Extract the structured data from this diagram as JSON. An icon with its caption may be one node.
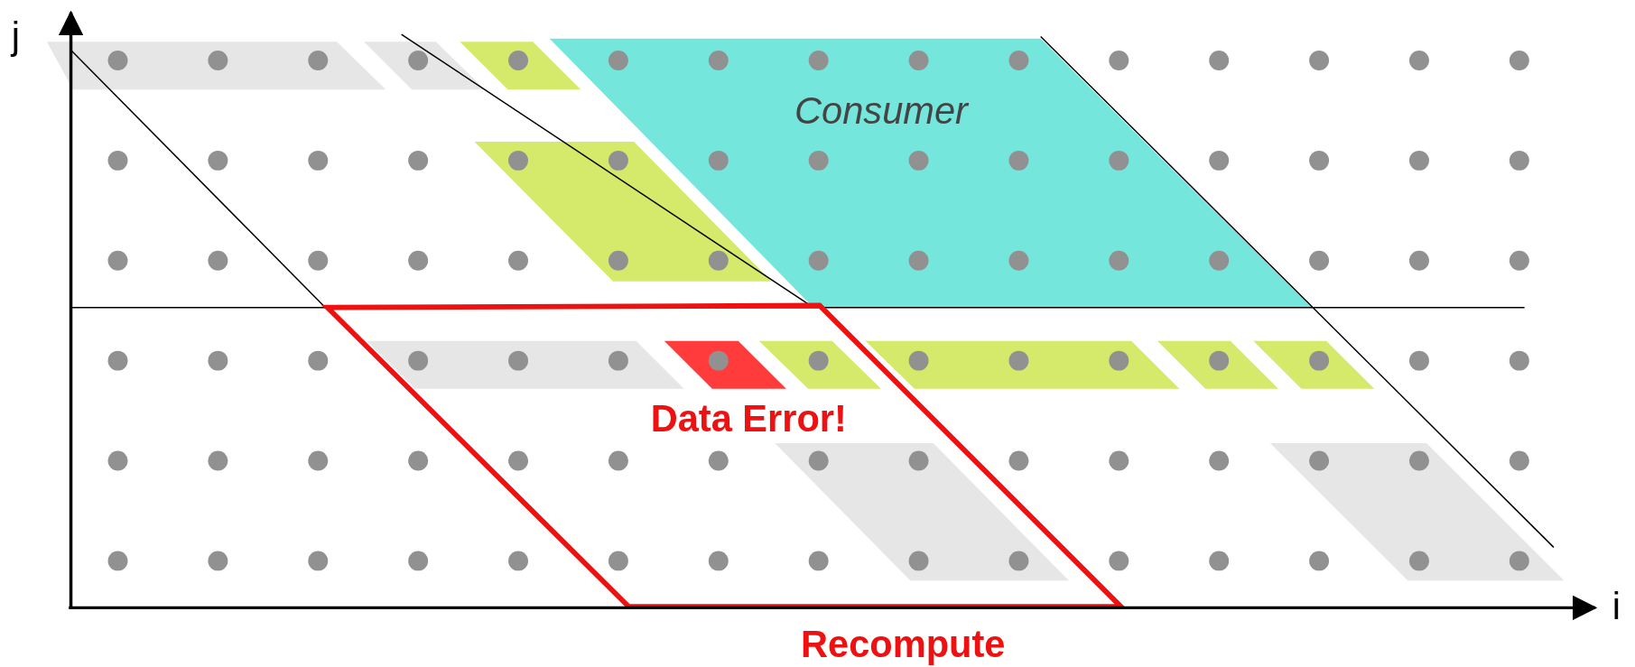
{
  "diagram": {
    "nodes": [
      {
        "text": [
          "Consumer"
        ]
      },
      {
        "text": [
          "Data Error!"
        ],
        "in": 2
      },
      {
        "text": [
          "Recompute"
        ]
      }
    ],
    "labels": [
      "j",
      "i"
    ]
  }
}
